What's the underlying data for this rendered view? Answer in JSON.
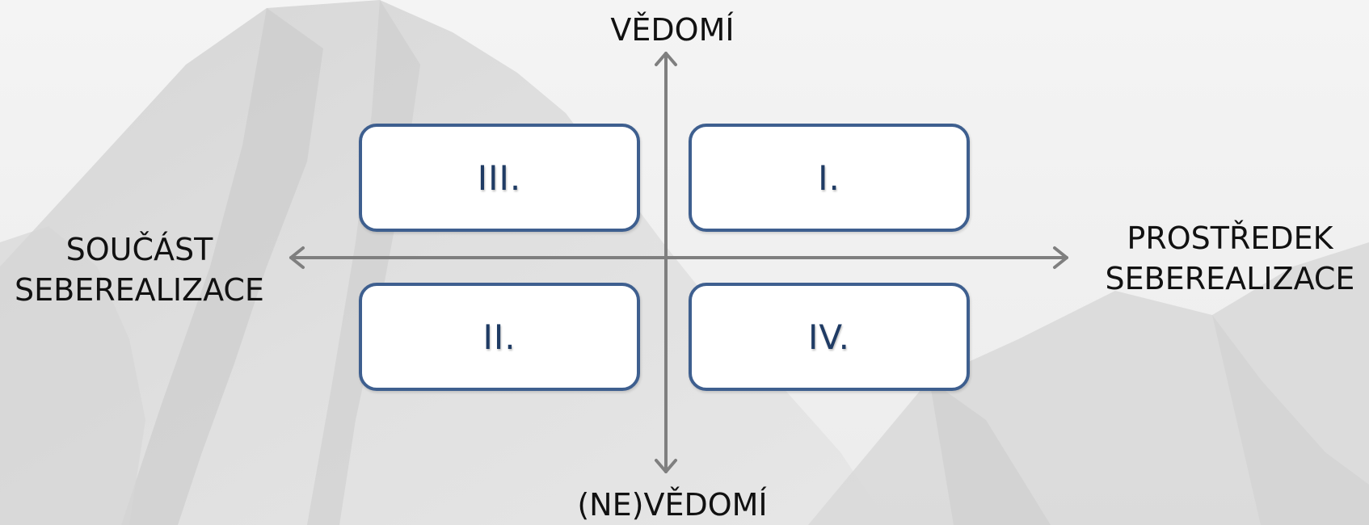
{
  "axes": {
    "top": "VĚDOMÍ",
    "bottom": "(NE)VĚDOMÍ",
    "left_line1": "SOUČÁST",
    "left_line2": "SEBEREALIZACE",
    "right_line1": "PROSTŘEDEK",
    "right_line2": "SEBEREALIZACE"
  },
  "quadrants": {
    "top_left": "III.",
    "top_right": "I.",
    "bottom_left": "II.",
    "bottom_right": "IV."
  },
  "colors": {
    "axis": "#7f7f7f",
    "box_border": "#3e5f8f",
    "box_text": "#1f3b64"
  }
}
